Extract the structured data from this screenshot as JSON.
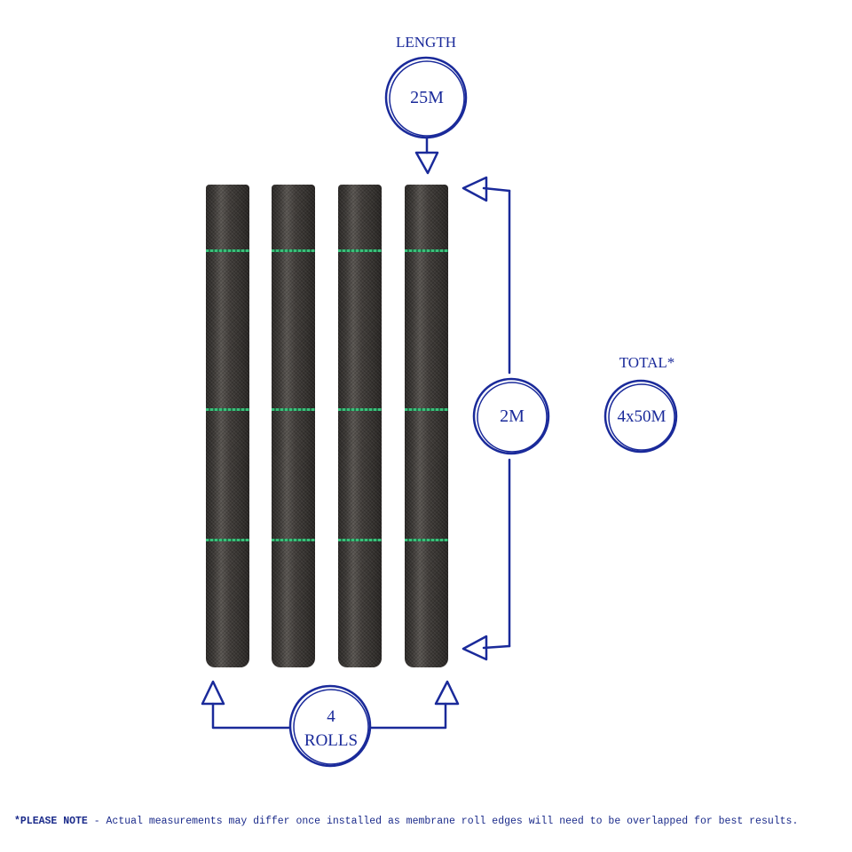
{
  "labels": {
    "length_title": "LENGTH",
    "length_value": "25M",
    "width_value": "2M",
    "total_title": "TOTAL*",
    "total_value": "4x50M",
    "rolls_count": "4",
    "rolls_label": "ROLLS"
  },
  "note": {
    "prefix": "*PLEASE NOTE",
    "text": " - Actual measurements may differ once installed as membrane roll edges will need to be overlapped for best results."
  },
  "product": {
    "roll_count": 4,
    "roll_color": "#3a3633",
    "stripe_color": "#3bbf7a"
  },
  "colors": {
    "annotation_blue": "#1a2a9a",
    "background": "#ffffff"
  }
}
